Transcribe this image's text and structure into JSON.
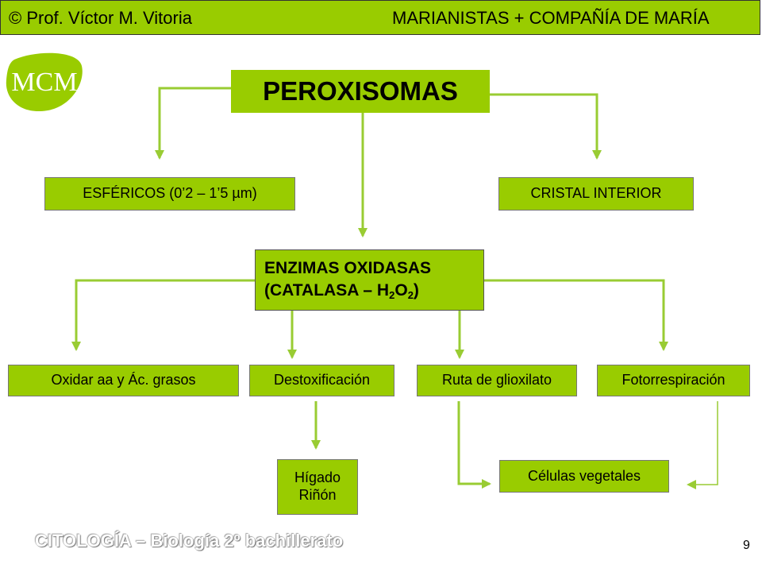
{
  "header": {
    "left": "© Prof. Víctor M. Vitoria",
    "right": "MARIANISTAS + COMPAÑÍA DE MARÍA",
    "color": "#99cc00"
  },
  "logo": {
    "text": "MCM"
  },
  "diagram": {
    "title": "PEROXISOMAS",
    "spherical": "ESFÉRICOS (0’2 – 1’5 µm)",
    "crystal": "CRISTAL INTERIOR",
    "enzymes": {
      "line1": "ENZIMAS OXIDASAS",
      "line2_pre": "(CATALASA – H",
      "sub1": "2",
      "mid": "O",
      "sub2": "2",
      "close": ")"
    },
    "functions": [
      "Oxidar aa y Ác. grasos",
      "Destoxificación",
      "Ruta de glioxilato",
      "Fotorrespiración"
    ],
    "organs": {
      "line1": "Hígado",
      "line2": "Riñón"
    },
    "plant_cells": "Células vegetales",
    "box_color": "#99cc00",
    "arrow_color": "#99cc33"
  },
  "footer": {
    "text": "CITOLOGÍA – Biología 2º bachillerato"
  },
  "page_number": "9"
}
